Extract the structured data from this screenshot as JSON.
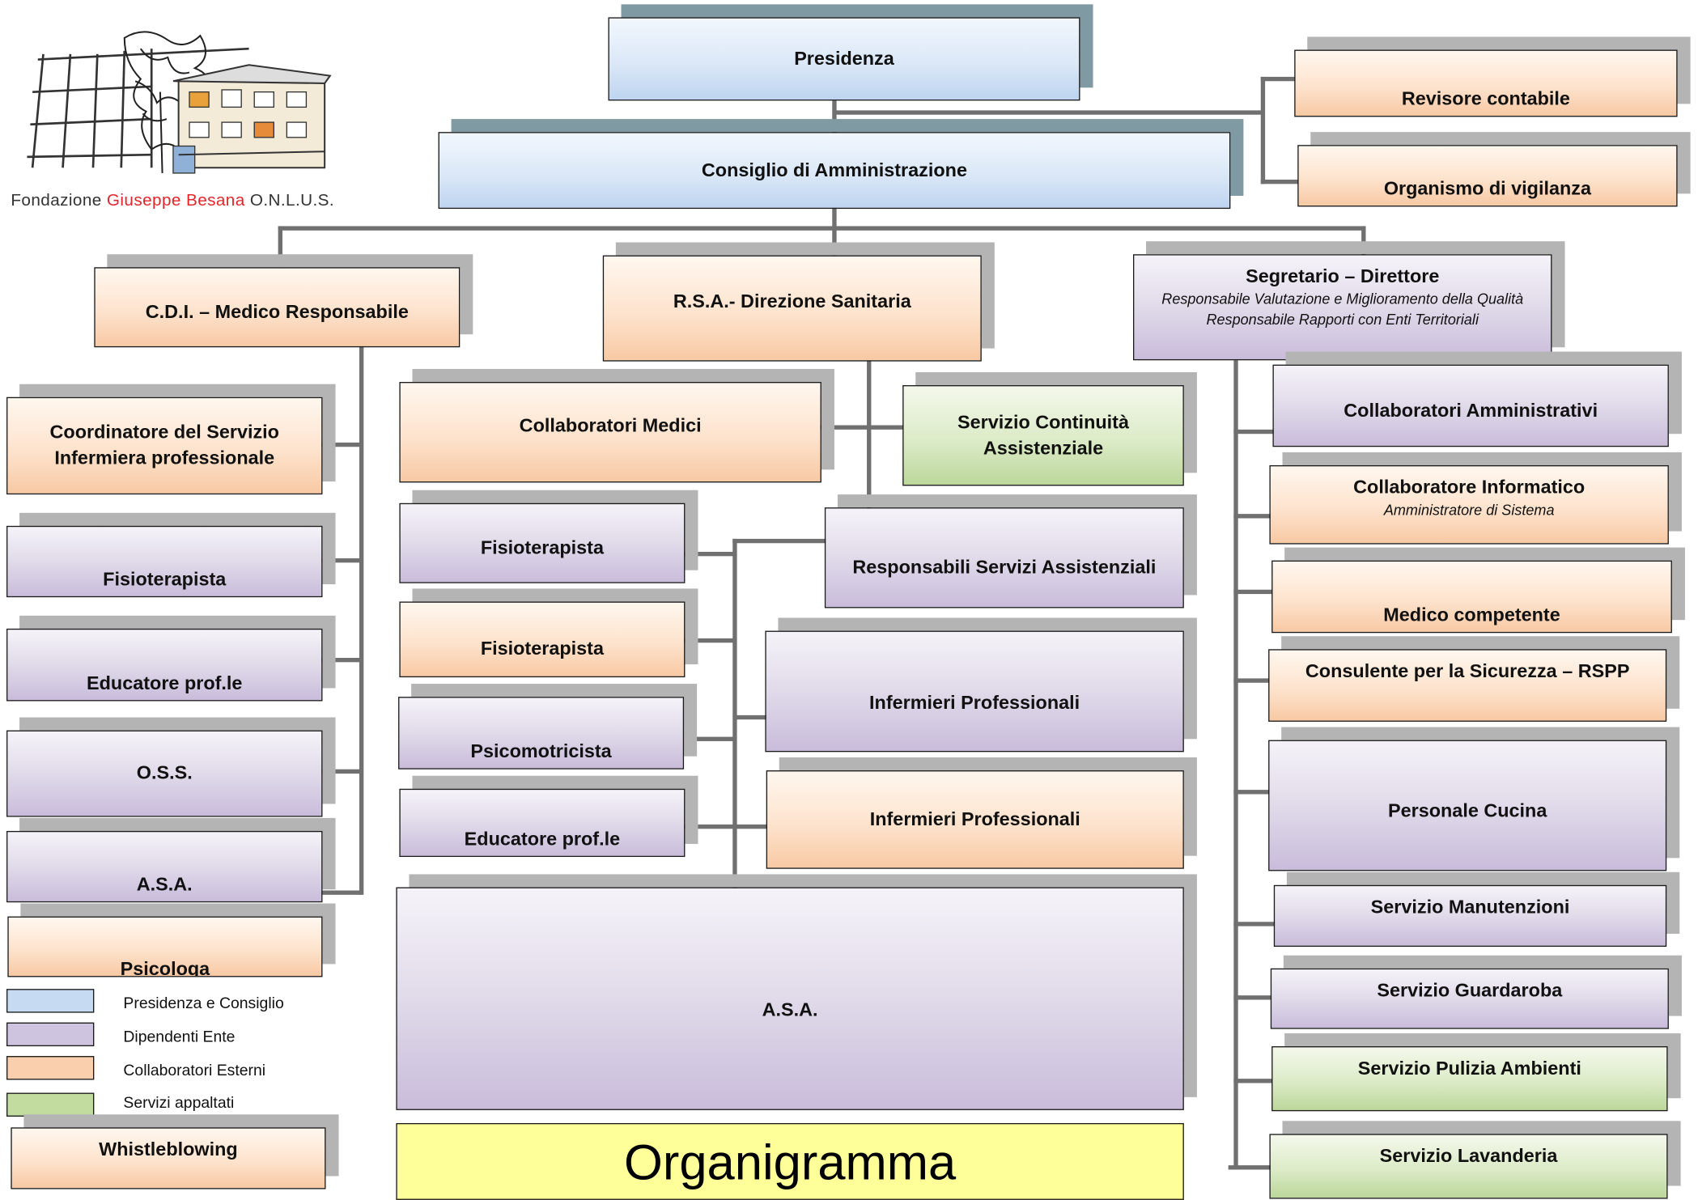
{
  "logo": {
    "caption_prefix": "Fondazione ",
    "caption_name": "Giuseppe Besana",
    "caption_suffix": " O.N.L.U.S."
  },
  "boxes": {
    "presidenza": "Presidenza",
    "consiglio": "Consiglio di Amministrazione",
    "revisore": "Revisore contabile",
    "organismo": "Organismo di vigilanza",
    "cdi": "C.D.I. – Medico Responsabile",
    "rsa": "R.S.A.- Direzione Sanitaria",
    "segretario": "Segretario – Direttore",
    "segretario_sub1": "Responsabile Valutazione e Miglioramento della Qualità",
    "segretario_sub2": "Responsabile Rapporti con Enti Territoriali",
    "coordinatore": "Coordinatore del Servizio Infermiera professionale",
    "cdi_fisioterapista": "Fisioterapista",
    "cdi_educatore": "Educatore prof.le",
    "cdi_oss": "O.S.S.",
    "cdi_asa": "A.S.A.",
    "psicologa": "Psicologa",
    "collab_medici": "Collaboratori Medici",
    "servizio_continuita": "Servizio Continuità Assistenziale",
    "rsa_fisioterapista_1": "Fisioterapista",
    "rsa_fisioterapista_2": "Fisioterapista",
    "rsa_psicomotricista": "Psicomotricista",
    "rsa_educatore": "Educatore prof.le",
    "resp_servizi": "Responsabili Servizi Assistenziali",
    "infermieri_1": "Infermieri Professionali",
    "infermieri_2": "Infermieri Professionali",
    "rsa_asa": "A.S.A.",
    "collab_amministrativi": "Collaboratori Amministrativi",
    "collab_informatico": "Collaboratore Informatico",
    "collab_informatico_sub": "Amministratore di Sistema",
    "medico_competente": "Medico competente",
    "consulente_sicurezza": "Consulente per la Sicurezza – RSPP",
    "personale_cucina": "Personale Cucina",
    "manutenzioni": "Servizio Manutenzioni",
    "guardaroba": "Servizio Guardaroba",
    "pulizia": "Servizio Pulizia Ambienti",
    "lavanderia": "Servizio Lavanderia",
    "whistleblowing": "Whistleblowing"
  },
  "legend": [
    {
      "label": "Presidenza e Consiglio",
      "color": "#c6daf2"
    },
    {
      "label": "Dipendenti Ente",
      "color": "#cfc4df"
    },
    {
      "label": "Collaboratori Esterni",
      "color": "#f9cfad"
    },
    {
      "label": "Servizi appaltati",
      "color": "#c2db9f"
    }
  ],
  "title": "Organigramma",
  "colors": {
    "connector": "#707070",
    "brand_red": "#e3262b"
  }
}
